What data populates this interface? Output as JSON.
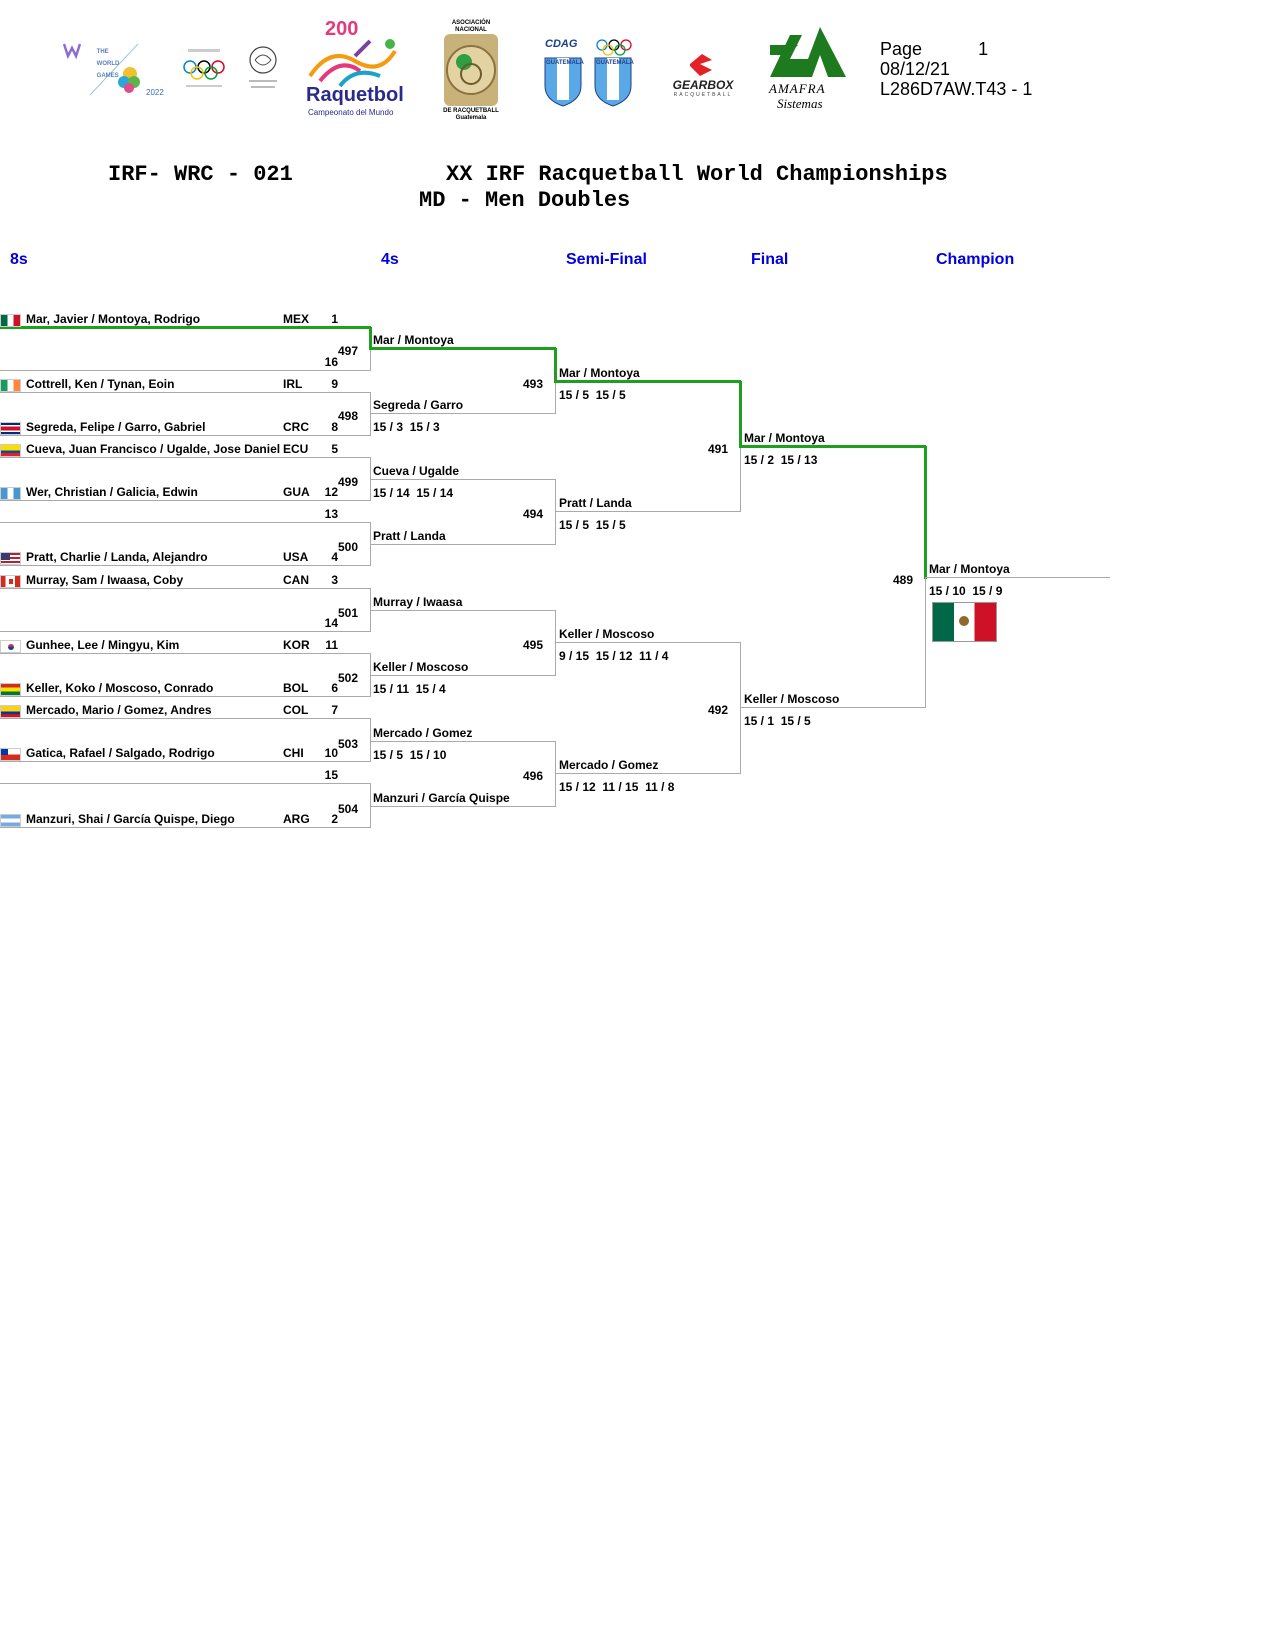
{
  "header": {
    "page_label": "Page",
    "page_number": "1",
    "date": "08/12/21",
    "report_code": "L286D7AW.T43 -  1",
    "logos": {
      "world_games": {
        "text1": "THE",
        "text2": "WORLD",
        "text3": "GAMES",
        "year": "2022"
      },
      "raquetbol": {
        "number": "200",
        "name": "Raquetbol",
        "sub": "Campeonato del Mundo"
      },
      "asociacion": {
        "top": "ASOCIACIÓN",
        "mid": "NACIONAL",
        "bottom": "DE RACQUETBALL",
        "city": "Guatemala"
      },
      "cdag": {
        "text": "CDAG",
        "shield1": "GUATEMALA",
        "shield2": "GUATEMALA"
      },
      "gearbox": {
        "text": "GEARBOX",
        "sub": "RACQUETBALL"
      },
      "amafra": {
        "line1": "AMAFRA",
        "line2": "Sistemas"
      }
    }
  },
  "title": {
    "event_code": "IRF- WRC - 021",
    "championship": "XX IRF Racquetball World Championships",
    "division": "MD - Men Doubles"
  },
  "rounds": [
    "8s",
    "4s",
    "Semi-Final",
    "Final",
    "Champion"
  ],
  "colors": {
    "round_label": "#0000e0",
    "winner_line": "#1ea01e",
    "line": "#aaaaaa"
  },
  "round8": [
    {
      "players": "Mar, Javier / Montoya, Rodrigo",
      "country": "MEX",
      "seed": "1",
      "flag": "mexico"
    },
    {
      "players": "",
      "country": "",
      "seed": "16",
      "flag": ""
    },
    {
      "players": "Cottrell, Ken / Tynan, Eoin",
      "country": "IRL",
      "seed": "9",
      "flag": "ireland"
    },
    {
      "players": "Segreda, Felipe / Garro, Gabriel",
      "country": "CRC",
      "seed": "8",
      "flag": "costa-rica"
    },
    {
      "players": "Cueva, Juan Francisco / Ugalde, Jose Daniel",
      "country": "ECU",
      "seed": "5",
      "flag": "ecuador"
    },
    {
      "players": "Wer, Christian / Galicia, Edwin",
      "country": "GUA",
      "seed": "12",
      "flag": "guatemala"
    },
    {
      "players": "",
      "country": "",
      "seed": "13",
      "flag": ""
    },
    {
      "players": "Pratt, Charlie / Landa, Alejandro",
      "country": "USA",
      "seed": "4",
      "flag": "usa"
    },
    {
      "players": "Murray, Sam / Iwaasa, Coby",
      "country": "CAN",
      "seed": "3",
      "flag": "canada"
    },
    {
      "players": "",
      "country": "",
      "seed": "14",
      "flag": ""
    },
    {
      "players": "Gunhee, Lee / Mingyu, Kim",
      "country": "KOR",
      "seed": "11",
      "flag": "korea"
    },
    {
      "players": "Keller, Koko / Moscoso, Conrado",
      "country": "BOL",
      "seed": "6",
      "flag": "bolivia"
    },
    {
      "players": "Mercado, Mario / Gomez, Andres",
      "country": "COL",
      "seed": "7",
      "flag": "colombia"
    },
    {
      "players": "Gatica, Rafael / Salgado, Rodrigo",
      "country": "CHI",
      "seed": "10",
      "flag": "chile"
    },
    {
      "players": "",
      "country": "",
      "seed": "15",
      "flag": ""
    },
    {
      "players": "Manzuri, Shai / García Quispe, Diego",
      "country": "ARG",
      "seed": "2",
      "flag": "argentina"
    }
  ],
  "round4": [
    {
      "match": "497",
      "winner": "Mar / Montoya",
      "score": ""
    },
    {
      "match": "498",
      "winner": "Segreda / Garro",
      "score": "15 / 3  15 / 3"
    },
    {
      "match": "499",
      "winner": "Cueva / Ugalde",
      "score": "15 / 14  15 / 14"
    },
    {
      "match": "500",
      "winner": "Pratt / Landa",
      "score": ""
    },
    {
      "match": "501",
      "winner": "Murray / Iwaasa",
      "score": ""
    },
    {
      "match": "502",
      "winner": "Keller / Moscoso",
      "score": "15 / 11  15 / 4"
    },
    {
      "match": "503",
      "winner": "Mercado / Gomez",
      "score": "15 / 5  15 / 10"
    },
    {
      "match": "504",
      "winner": "Manzuri / García Quispe",
      "score": ""
    }
  ],
  "semis": [
    {
      "match": "493",
      "winner": "Mar / Montoya",
      "score": "15 / 5  15 / 5"
    },
    {
      "match": "494",
      "winner": "Pratt / Landa",
      "score": "15 / 5  15 / 5"
    },
    {
      "match": "495",
      "winner": "Keller / Moscoso",
      "score": "9 / 15  15 / 12  11 / 4"
    },
    {
      "match": "496",
      "winner": "Mercado / Gomez",
      "score": "15 / 12  11 / 15  11 / 8"
    }
  ],
  "final": [
    {
      "match": "491",
      "winner": "Mar / Montoya",
      "score": "15 / 2  15 / 13"
    },
    {
      "match": "492",
      "winner": "Keller / Moscoso",
      "score": "15 / 1  15 / 5"
    }
  ],
  "champion": {
    "match": "489",
    "winner": "Mar / Montoya",
    "score": "15 / 10  15 / 9",
    "flag": "mexico"
  }
}
